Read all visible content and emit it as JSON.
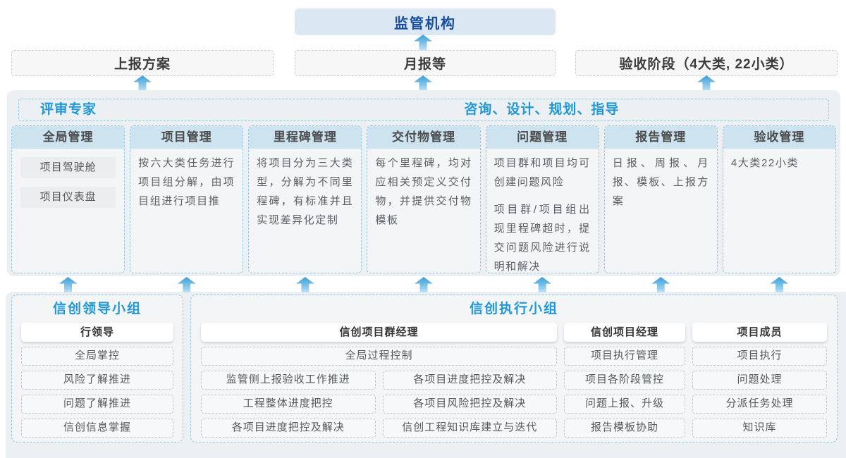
{
  "colors": {
    "accent_blue": "#2098d5",
    "regulator_text": "#1b4f9c",
    "regulator_fill": "#dbe7f3",
    "column_header_fill": "#cde3f0",
    "dashed_blue_border": "#8cc6e6",
    "arrow_gradient_top": "#3e9ed6",
    "arrow_gradient_bottom": "#bfe1f4"
  },
  "top": {
    "regulator": "监管机构",
    "channels": [
      {
        "label": "上报方案"
      },
      {
        "label": "月报等"
      },
      {
        "label": "验收阶段（4大类, 22小类）"
      }
    ]
  },
  "mid": {
    "left_role": "评审专家",
    "right_role": "咨询、设计、规划、指导",
    "columns": [
      {
        "title": "全局管理",
        "chips": [
          "项目驾驶舱",
          "项目仪表盘"
        ]
      },
      {
        "title": "项目管理",
        "paragraphs": [
          "按六大类任务进行项目组分解，由项目组进行项目推"
        ]
      },
      {
        "title": "里程碑管理",
        "paragraphs": [
          "将项目分为三大类型，分解为不同里程碑，有标准并且实现差异化定制"
        ]
      },
      {
        "title": "交付物管理",
        "paragraphs": [
          "每个里程碑，均对应相关预定义交付物，并提供交付物模板"
        ]
      },
      {
        "title": "问题管理",
        "paragraphs": [
          "项目群和项目均可创建问题风险",
          "项目群/项目组出现里程碑超时，提交问题风险进行说明和解决"
        ]
      },
      {
        "title": "报告管理",
        "paragraphs": [
          "日报、周报、月报、模板、上报方案"
        ]
      },
      {
        "title": "验收管理",
        "paragraphs": [
          "4大类22小类"
        ]
      }
    ]
  },
  "bottom": {
    "lead_group": {
      "title": "信创领导小组",
      "role": "行领导",
      "items": [
        "全局掌控",
        "风险了解推进",
        "问题了解推进",
        "信创信息掌握"
      ]
    },
    "exec_group": {
      "title": "信创执行小组",
      "program_manager": {
        "role": "信创项目群经理",
        "full_item": "全局过程控制",
        "left_items": [
          "监管侧上报验收工作推进",
          "工程整体进度把控",
          "各项目进度把控及解决"
        ],
        "right_items": [
          "各项目进度把控及解决",
          "各项目风险把控及解决",
          "信创工程知识库建立与迭代"
        ]
      },
      "project_manager": {
        "role": "信创项目经理",
        "items": [
          "项目执行管理",
          "项目各阶段管控",
          "问题上报、升级",
          "报告模板协助"
        ]
      },
      "member": {
        "role": "项目成员",
        "items": [
          "项目执行",
          "问题处理",
          "分派任务处理",
          "知识库"
        ]
      }
    }
  }
}
